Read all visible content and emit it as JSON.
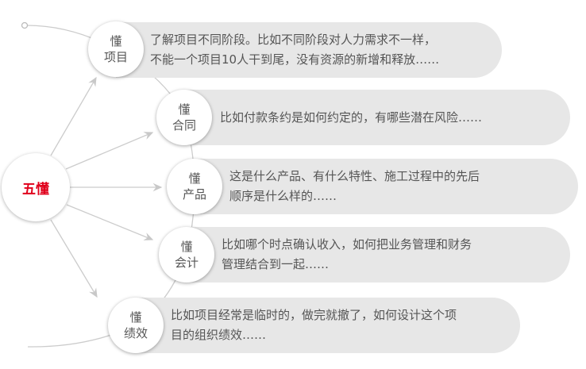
{
  "center": {
    "label": "五懂",
    "color": "#e0001b"
  },
  "items": [
    {
      "title1": "懂",
      "title2": "项目",
      "line1": "了解项目不同阶段。比如不同阶段对人力需求不一样，",
      "line2": "不能一个项目10人干到尾，没有资源的新增和释放……"
    },
    {
      "title1": "懂",
      "title2": "合同",
      "line1": "比如付款条约是如何约定的，有哪些潜在风险……",
      "line2": ""
    },
    {
      "title1": "懂",
      "title2": "产品",
      "line1": "这是什么产品、有什么特性、施工过程中的先后",
      "line2": "顺序是什么样的……"
    },
    {
      "title1": "懂",
      "title2": "会计",
      "line1": "比如哪个时点确认收入，如何把业务管理和财务",
      "line2": "管理结合到一起……"
    },
    {
      "title1": "懂",
      "title2": "绩效",
      "line1": "比如项目经常是临时的，做完就撤了，如何设计这个项",
      "line2": "目的组织绩效……"
    }
  ]
}
